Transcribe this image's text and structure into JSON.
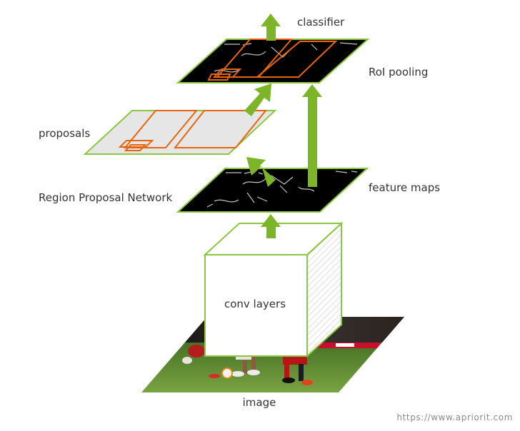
{
  "labels": {
    "classifier": "classifier",
    "roi_pooling": "RoI pooling",
    "proposals": "proposals",
    "feature_maps": "feature maps",
    "region_proposal_network": "Region Proposal Network",
    "conv_layers": "conv layers",
    "image": "image"
  },
  "source_url": "https://www.apriorit.com",
  "colors": {
    "arrow_green": "#7cb527",
    "outline_green": "#8cc63f",
    "proposal_orange": "#e8650f",
    "feature_map_fill": "#000000",
    "proposals_fill": "#e6e6e6",
    "conv_face": "#ffffff",
    "conv_side_hatch": "#cccccc",
    "text": "#333333",
    "url_text": "#8a8a8a"
  },
  "icons": {
    "arrows": "up-arrow-icon",
    "image_layer": "soccer-players-photo"
  }
}
